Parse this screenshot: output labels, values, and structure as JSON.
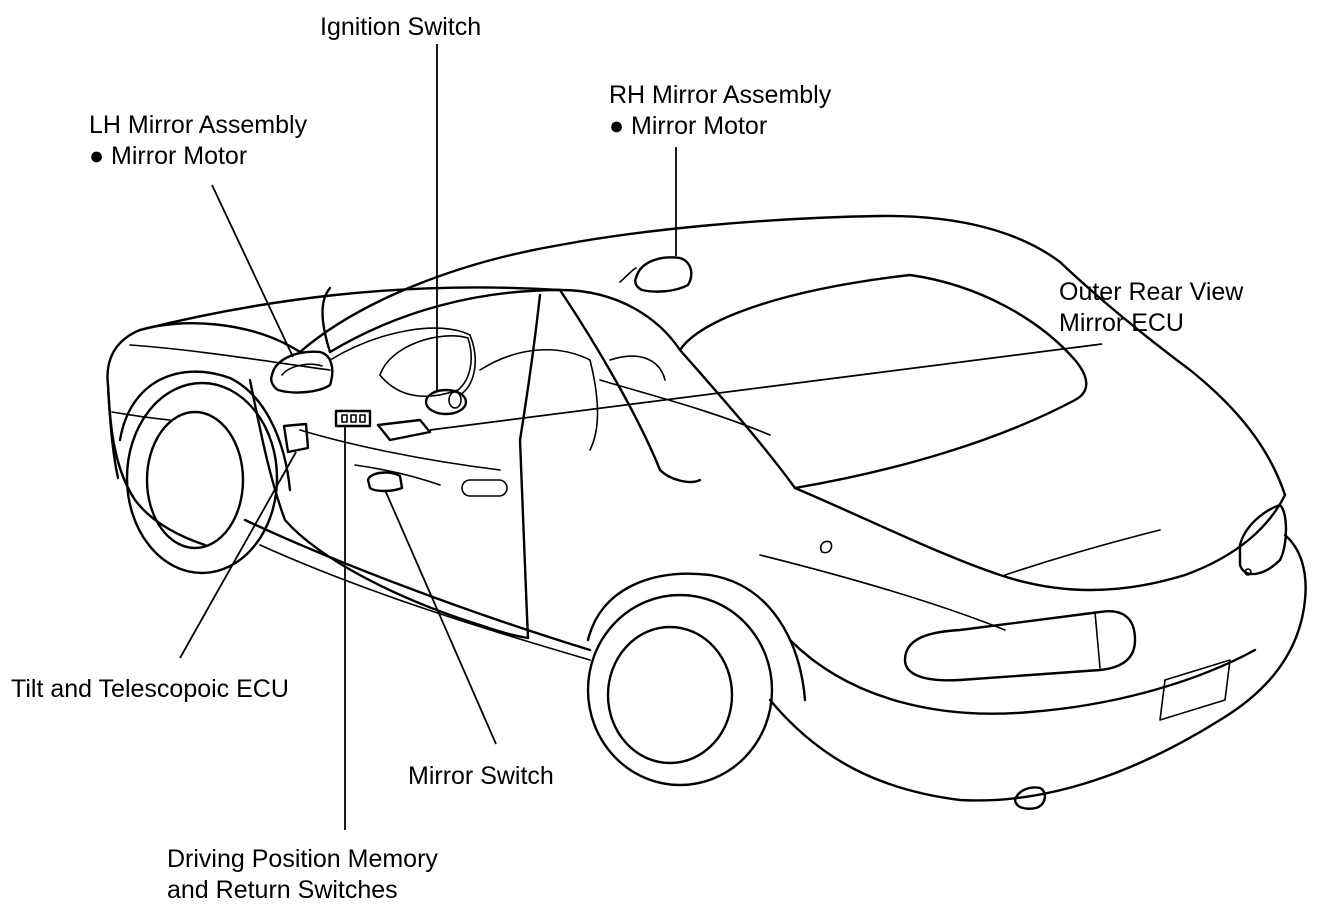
{
  "labels": {
    "ignition_switch": "Ignition Switch",
    "lh_mirror_title": "LH Mirror Assembly",
    "lh_mirror_item": "● Mirror Motor",
    "rh_mirror_title": "RH Mirror Assembly",
    "rh_mirror_item": "● Mirror Motor",
    "outer_ecu_line1": "Outer Rear View",
    "outer_ecu_line2": "Mirror ECU",
    "tilt_ecu": "Tilt and Telescopoic ECU",
    "mirror_switch": "Mirror Switch",
    "driving_memory_line1": "Driving Position Memory",
    "driving_memory_line2": "and Return Switches"
  },
  "colors": {
    "ink": "#000000",
    "paper": "#ffffff"
  }
}
